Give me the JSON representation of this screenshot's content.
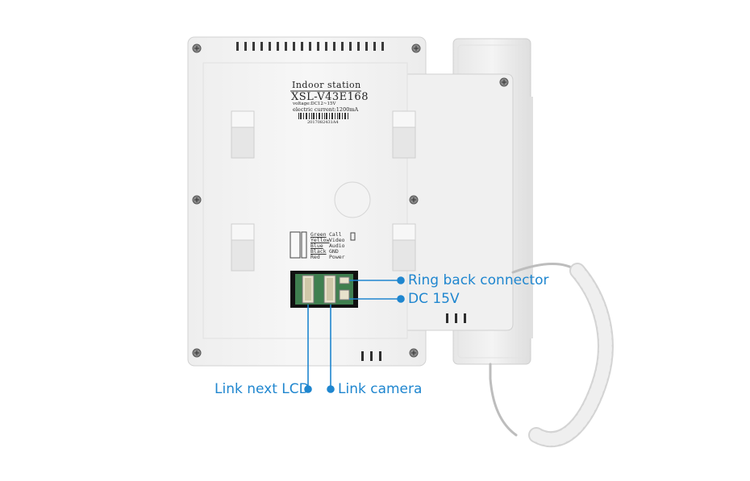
{
  "product_label": {
    "heading": "Indoor station",
    "model": "XSL-V43E168",
    "voltage": "voltage:DC12~15V",
    "current": "electric current:1200mA",
    "serial": "2017082431A4"
  },
  "wiring_label": {
    "rows": [
      {
        "color": "Green",
        "signal": "Call"
      },
      {
        "color": "Yellow",
        "signal": "Video"
      },
      {
        "color": "Blue",
        "signal": "Audio"
      },
      {
        "color": "Black",
        "signal": "GND"
      },
      {
        "color": "Red",
        "signal": "Power"
      }
    ]
  },
  "callouts": {
    "ring_back": "Ring back connector",
    "dc": "DC 15V",
    "link_lcd": "Link next LCD",
    "link_camera": "Link camera"
  },
  "colors": {
    "accent": "#1f86cf",
    "body": "#f3f3f3",
    "connector_board": "#3f7f4f"
  }
}
